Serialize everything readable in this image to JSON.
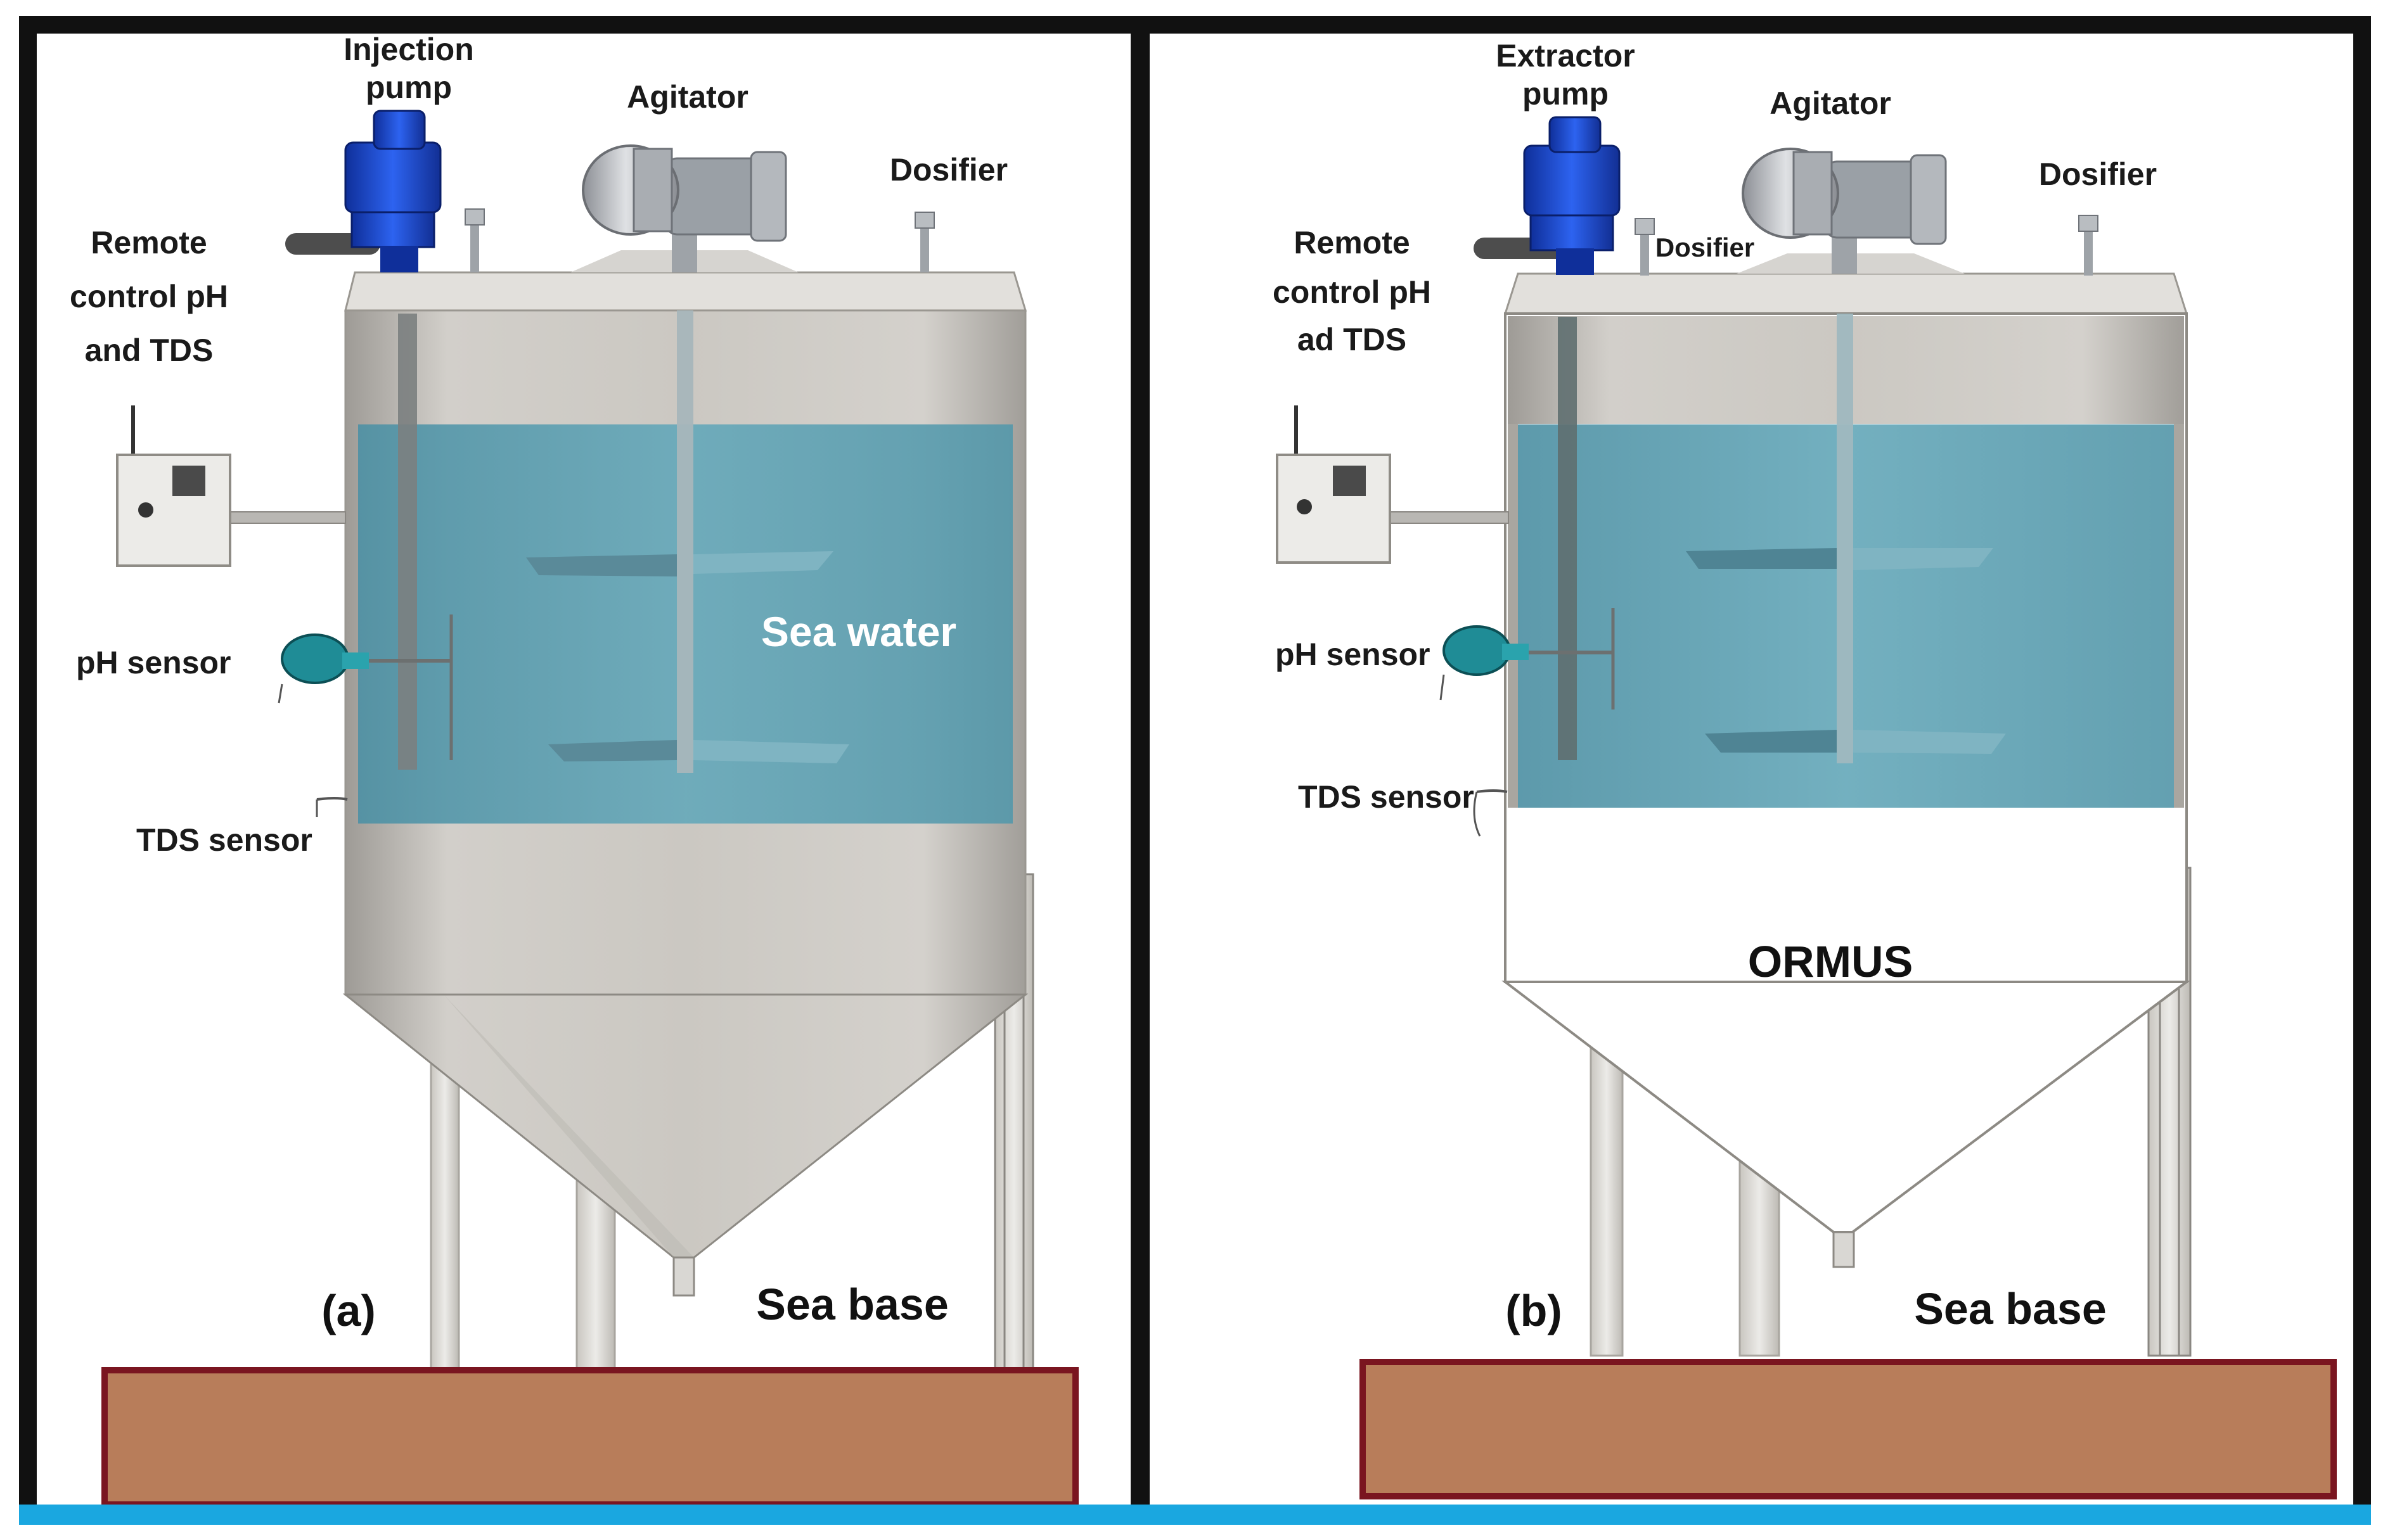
{
  "panel_a": {
    "letter": "(a)",
    "labels": {
      "pump_line1": "Injection",
      "pump_line2": "pump",
      "agitator": "Agitator",
      "dosifier": "Dosifier",
      "remote_line1": "Remote",
      "remote_line2": "control pH",
      "remote_line3": "and TDS",
      "ph_sensor": "pH sensor",
      "tds_sensor": "TDS sensor",
      "water": "Sea water",
      "base": "Sea base"
    }
  },
  "panel_b": {
    "letter": "(b)",
    "labels": {
      "pump_line1": "Extractor",
      "pump_line2": "pump",
      "agitator": "Agitator",
      "dosifier": "Dosifier",
      "dosifier_2": "Dosifier",
      "remote_line1": "Remote",
      "remote_line2": "control pH",
      "remote_line3": "ad TDS",
      "ph_sensor": "pH sensor",
      "tds_sensor": "TDS sensor",
      "sediment": "ORMUS",
      "base": "Sea base"
    }
  },
  "colors": {
    "frame": "#111111",
    "water": "#5c9fb0",
    "tank_steel": "#c4c1bb",
    "pump_blue": "#1f4fd8",
    "sea_base_fill": "#b87d5a",
    "sea_base_border": "#7a1520",
    "bottom_stripe": "#1aa7e0"
  }
}
